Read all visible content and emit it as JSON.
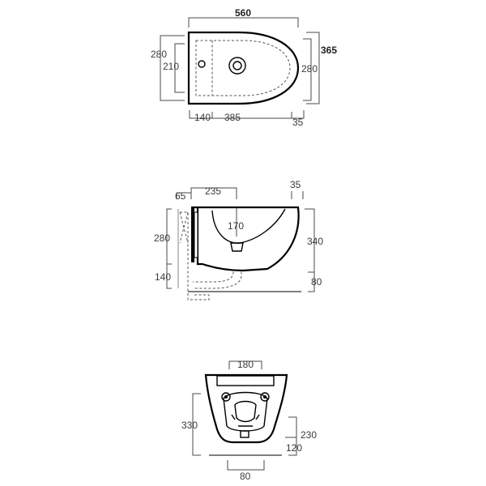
{
  "views": {
    "top": {
      "dims": {
        "overall_length": "560",
        "overall_depth": "365",
        "left_outer": "280",
        "left_inner": "210",
        "right_inner": "280",
        "bottom_a": "140",
        "bottom_b": "385",
        "bottom_c": "35"
      }
    },
    "side": {
      "dims": {
        "top_a": "65",
        "top_b": "235",
        "top_right": "35",
        "drain": "170",
        "left_upper": "280",
        "left_lower": "140",
        "right_height": "340",
        "right_lower": "80"
      }
    },
    "front": {
      "dims": {
        "top_width": "180",
        "left_height": "330",
        "right_upper": "230",
        "right_lower": "120",
        "bottom_width": "80"
      }
    }
  }
}
